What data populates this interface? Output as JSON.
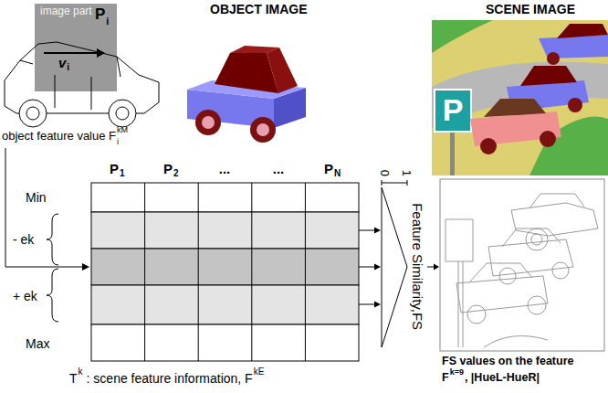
{
  "diagram": {
    "labels": [
      "image part",
      "P",
      "i",
      "v",
      "i",
      "OBJECT IMAGE",
      "SCENE IMAGE",
      "object feature value F",
      "i",
      "kM",
      "P",
      "1",
      "P",
      "2",
      "...",
      "...",
      "P",
      "N",
      "Min",
      "- ek",
      "+ ek",
      "Max",
      "T",
      "k",
      ": scene feature information, F",
      "kE",
      "0",
      "1",
      "Feature Similarity,FS",
      "P",
      "FS values on the feature",
      "F",
      "k=9",
      ", |HueL-HueR|"
    ]
  }
}
